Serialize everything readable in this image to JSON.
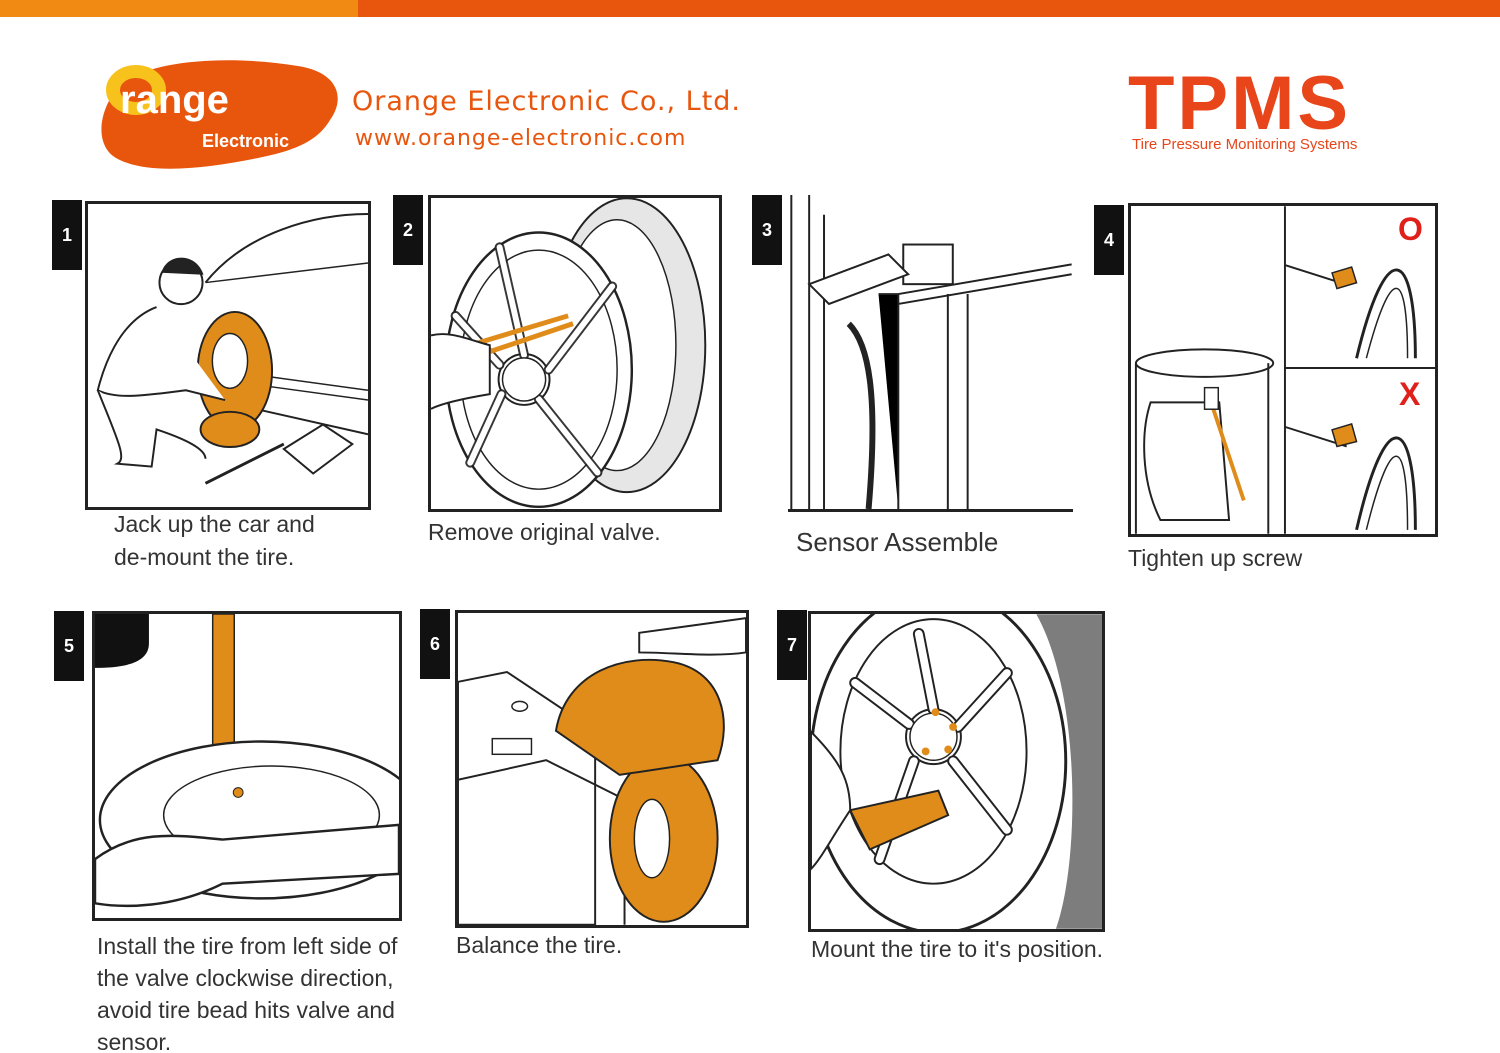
{
  "header": {
    "logo_text": "range",
    "logo_sub": "Electronic",
    "company_name": "Orange Electronic Co., Ltd.",
    "website": "www.orange-electronic.com",
    "product": "TPMS",
    "product_sub": "Tire Pressure Monitoring Systems"
  },
  "colors": {
    "brand_orange": "#e8560e",
    "bar_light": "#f08a12",
    "accent_orange": "#e08c1a",
    "tpms_red": "#e8451a",
    "mark_red": "#e0201a"
  },
  "steps": [
    {
      "number": "1",
      "caption_lines": [
        "Jack up the car and",
        "de-mount the tire."
      ]
    },
    {
      "number": "2",
      "caption_lines": [
        "Remove original valve."
      ]
    },
    {
      "number": "3",
      "caption_lines": [
        "Sensor Assemble"
      ]
    },
    {
      "number": "4",
      "caption_lines": [
        "Tighten up screw"
      ]
    },
    {
      "number": "5",
      "caption_lines": [
        "Install the tire from left side of",
        "the valve clockwise direction,",
        "avoid tire bead hits valve and",
        "sensor."
      ]
    },
    {
      "number": "6",
      "caption_lines": [
        "Balance the tire."
      ]
    },
    {
      "number": "7",
      "caption_lines": [
        "Mount the tire to it's position."
      ]
    }
  ],
  "step4_marks": {
    "correct": "O",
    "wrong": "X"
  }
}
